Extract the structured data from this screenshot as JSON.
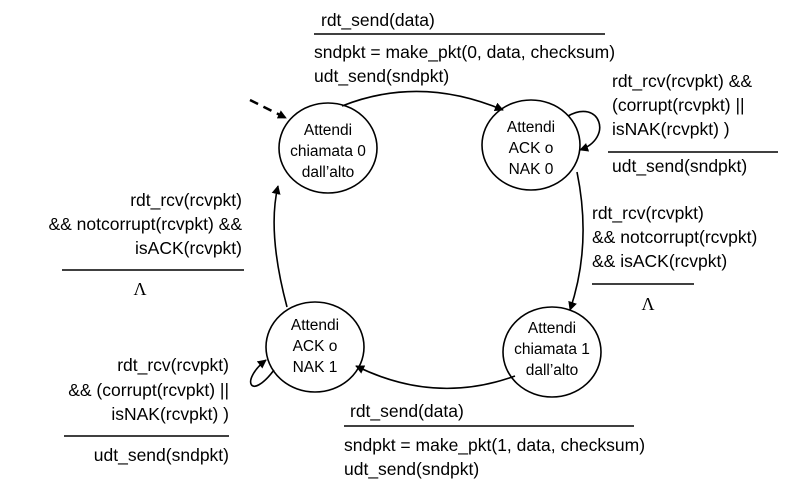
{
  "states": {
    "s1": [
      "Attendi",
      "chiamata 0",
      "dall’alto"
    ],
    "s2": [
      "Attendi",
      "ACK o",
      "NAK 0"
    ],
    "s3": [
      "Attendi",
      "chiamata 1",
      "dall’alto"
    ],
    "s4": [
      "Attendi",
      "ACK o",
      "NAK 1"
    ]
  },
  "transitions": {
    "t_send0": {
      "event": [
        "rdt_send(data)"
      ],
      "action": [
        "sndpkt = make_pkt(0, data, checksum)",
        "udt_send(sndpkt)"
      ]
    },
    "t_retx0": {
      "event": [
        "rdt_rcv(rcvpkt) &&",
        "(corrupt(rcvpkt) ||",
        "isNAK(rcvpkt) )"
      ],
      "action": [
        "udt_send(sndpkt)"
      ]
    },
    "t_ack0": {
      "event": [
        "rdt_rcv(rcvpkt)",
        "&& notcorrupt(rcvpkt)",
        "&& isACK(rcvpkt)"
      ],
      "action": [
        "Λ"
      ]
    },
    "t_send1": {
      "event": [
        "rdt_send(data)"
      ],
      "action": [
        "sndpkt = make_pkt(1, data, checksum)",
        "udt_send(sndpkt)"
      ]
    },
    "t_retx1": {
      "event": [
        "rdt_rcv(rcvpkt)",
        "&& (corrupt(rcvpkt) ||",
        "isNAK(rcvpkt) )"
      ],
      "action": [
        "udt_send(sndpkt)"
      ]
    },
    "t_ack1": {
      "event": [
        "rdt_rcv(rcvpkt)",
        "&& notcorrupt(rcvpkt) &&",
        "isACK(rcvpkt)"
      ],
      "action": [
        "Λ"
      ]
    }
  },
  "colors": {
    "stroke": "#000000",
    "text": "#000000",
    "background": "#ffffff"
  }
}
